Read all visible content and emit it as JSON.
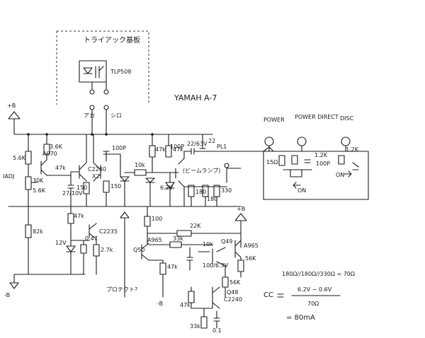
{
  "title": "YAMAH A-7",
  "triac_board": "トライアック基板",
  "optocoupler": "TLP508",
  "opto_terminals": [
    "アカ",
    "シロ"
  ],
  "rail_pos": "+B",
  "rail_neg": "-B",
  "lamp_ref": "PL1",
  "lamp_note": "(ビームランプ)",
  "labels": {
    "r_56k_top": "5.6K",
    "r_3_6k": "3.6K",
    "r_47k_a": "47k",
    "r_30k": "30K",
    "r_5_6k_b": "5.6K",
    "iadj": "IADJ",
    "a970": "A970",
    "cap_27": "27/10V",
    "r_150a": "150",
    "c2240_top": "C2240",
    "x2": "X2",
    "r_150b": "150",
    "c_100p": "100P",
    "r_47k_b": "47k",
    "r_10k": "10k",
    "cap_100p_b": "100P",
    "cap_22_63": "22/63V",
    "n22": "22",
    "r_47k_c": "47k",
    "zener_62": "6.2V",
    "r_180": "180",
    "r_180b": "180",
    "r_330": "330",
    "r_47k_d": "47k",
    "c2235": "C2235",
    "zener_12": "12V",
    "r_0_47": "0.47",
    "r_2_7k": "2.7k",
    "r_82k": "82k",
    "r_100": "100",
    "r_22k": "22K",
    "q_a965a": "A965",
    "r_33k": "33k",
    "r_10k_b": "10k",
    "q_a965b": "A965",
    "n_q49": "Q49",
    "q50": "Q50",
    "r_47k_e": "47k",
    "cap_100_63": "100/6.3V",
    "r_56k": "56K",
    "r_56k_b": "56K",
    "q48": "Q48",
    "c2240_b": "C2240",
    "r_47k_f": "47k",
    "r_33k_b": "33k",
    "cap_01": "0.1",
    "protect": "プロテクト?",
    "neg_b2": "-B",
    "r_15": "15Ω",
    "r_1_2k": "1.2K",
    "cap_100_disc": "100P",
    "r_1_2k_b": "1.2K",
    "on": "ON",
    "on2": "ON"
  },
  "switches": [
    "POWER",
    "POWER DIRECT",
    "DISC"
  ],
  "formula": {
    "line1": "180Ω//180Ω//330Ω = 70Ω",
    "cc": "CC",
    "numerator": "6.2V − 0.6V",
    "denominator": "70Ω",
    "result": "= 80mA"
  }
}
